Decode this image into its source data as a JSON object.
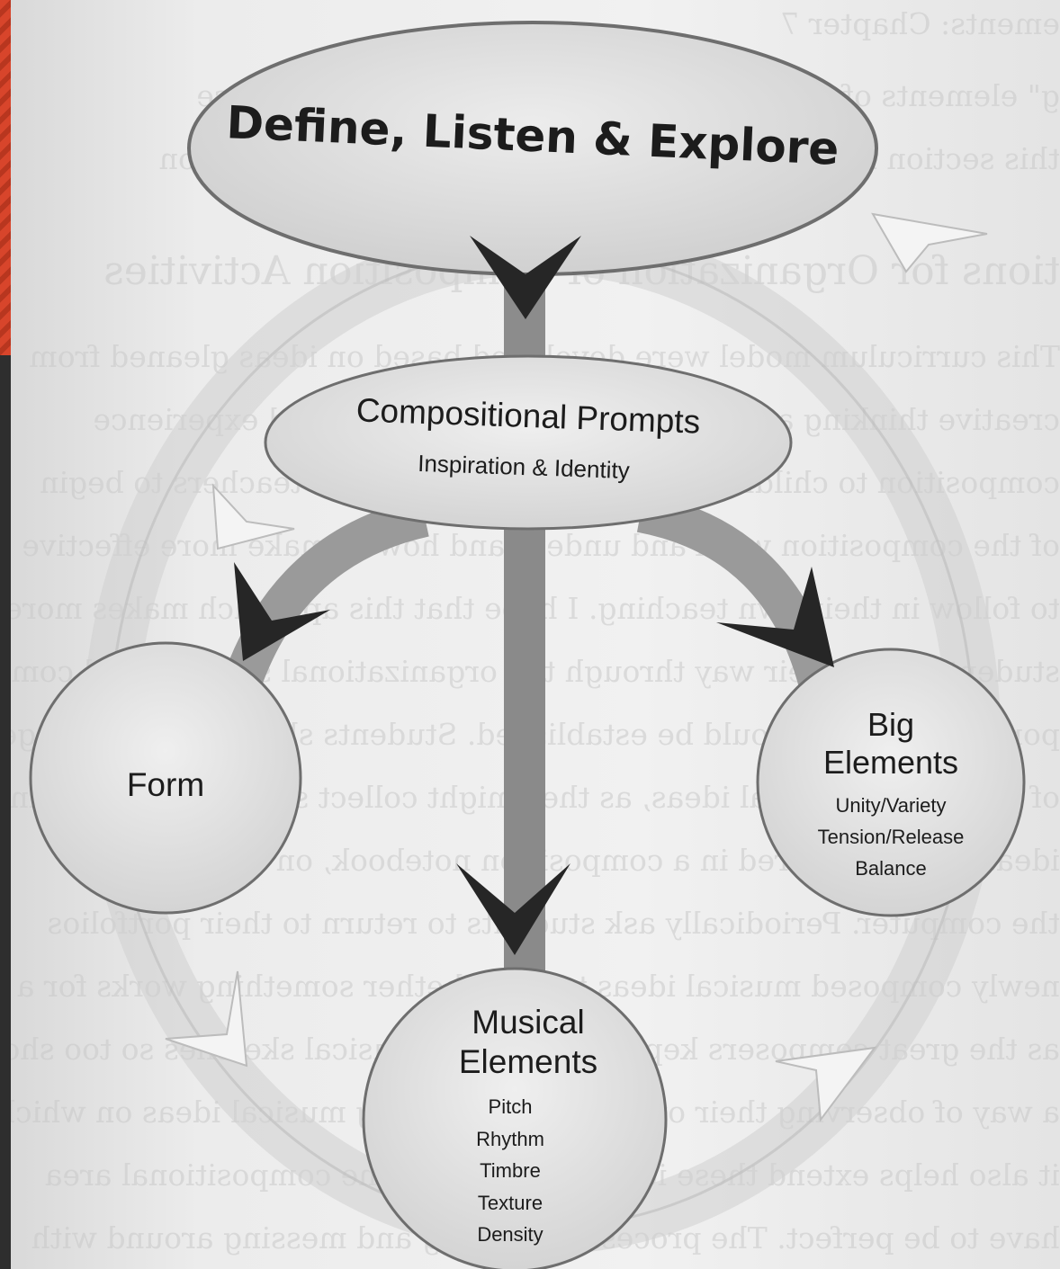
{
  "title": "Define, Listen & Explore",
  "prompts": {
    "title": "Compositional Prompts",
    "subtitle": "Inspiration & Identity"
  },
  "form": {
    "title": "Form"
  },
  "big_elements": {
    "title_line1": "Big",
    "title_line2": "Elements",
    "items": [
      "Unity/Variety",
      "Tension/Release",
      "Balance"
    ]
  },
  "musical_elements": {
    "title_line1": "Musical",
    "title_line2": "Elements",
    "items": [
      "Pitch",
      "Rhythm",
      "Timbre",
      "Texture",
      "Density"
    ]
  },
  "colors": {
    "node_fill": "#e2e2e2",
    "node_stroke": "#6e6e6e",
    "arrowhead": "#262626",
    "connector": "#8c8c8c"
  }
}
